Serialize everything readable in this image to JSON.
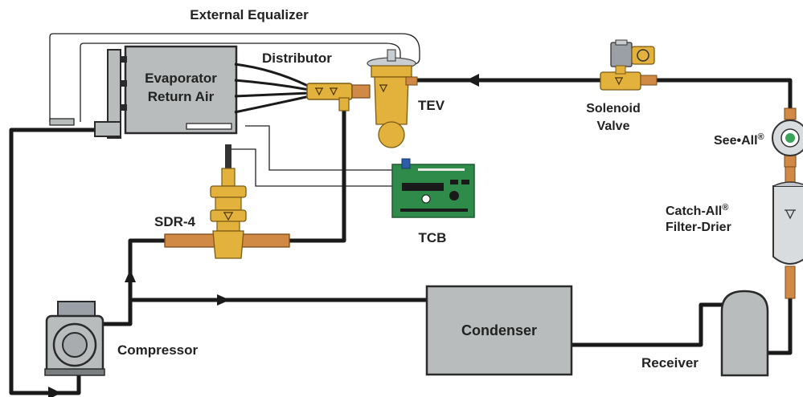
{
  "labels": {
    "external_equalizer": "External Equalizer",
    "distributor": "Distributor",
    "evaporator_line1": "Evaporator",
    "evaporator_line2": "Return Air",
    "tev": "TEV",
    "solenoid_line1": "Solenoid",
    "solenoid_line2": "Valve",
    "see_all": "See•All",
    "see_all_reg": "®",
    "catch_all": "Catch-All",
    "catch_all_reg": "®",
    "filter_drier": "Filter-Drier",
    "sdr4": "SDR-4",
    "tcb": "TCB",
    "condenser": "Condenser",
    "compressor": "Compressor",
    "receiver": "Receiver"
  },
  "colors": {
    "pipe": "#1a1a1a",
    "equipment": "#b8bcbc",
    "equipment_stroke": "#2a2a2a",
    "brass": "#e3b23c",
    "copper": "#d08a45",
    "board": "#2e8b4a",
    "sensor_blue": "#2d5fa8"
  },
  "icons": {
    "valve_symbol": "valve-symbol-icon",
    "flow_arrow": "flow-arrow-icon"
  }
}
